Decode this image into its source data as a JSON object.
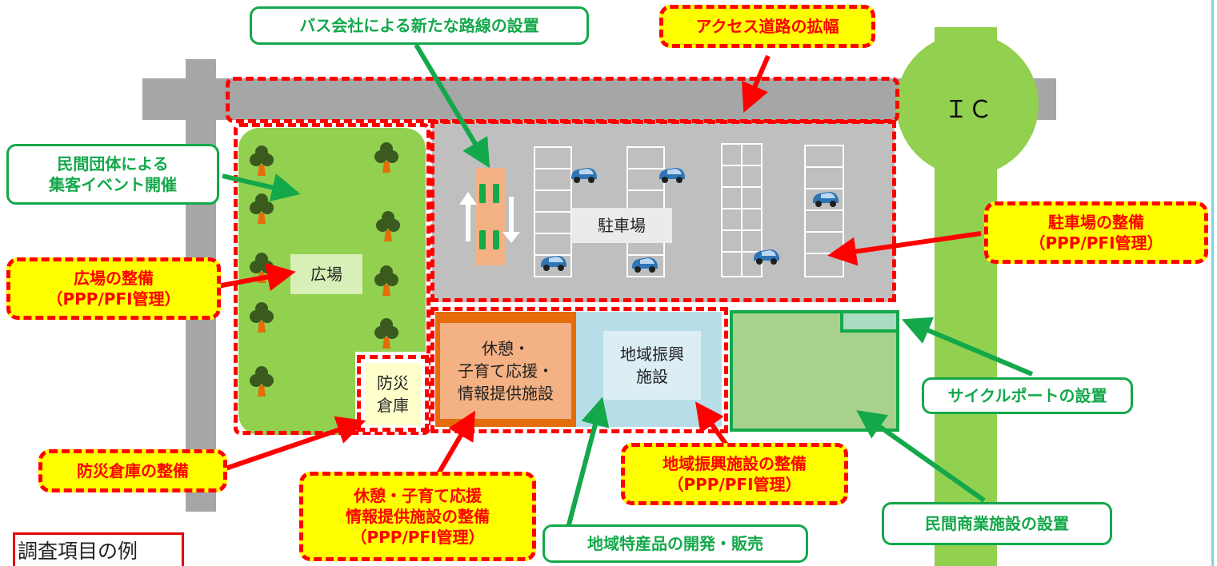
{
  "map": {
    "ic_label": "ＩＣ",
    "plaza_label": "広場",
    "parking_label": "駐車場",
    "warehouse_label": "防災\n倉庫",
    "rest_facility_label": "休憩・\n子育て応援・\n情報提供施設",
    "regional_facility_label": "地域振興\n施設"
  },
  "callouts_green": {
    "bus_route": "バス会社による新たな路線の設置",
    "event": "民間団体による\n集客イベント開催",
    "cycle_port": "サイクルポートの設置",
    "commercial": "民間商業施設の設置",
    "local_products": "地域特産品の開発・販売"
  },
  "callouts_red": {
    "access_road": "アクセス道路の拡幅",
    "parking_line1": "駐車場の整備",
    "parking_line2": "（PPP/PFI管理）",
    "plaza_line1": "広場の整備",
    "plaza_line2": "（PPP/PFI管理）",
    "warehouse": "防災倉庫の整備",
    "rest_line1": "休憩・子育て応援",
    "rest_line2": "情報提供施設の整備",
    "rest_line3": "（PPP/PFI管理）",
    "regional_line1": "地域振興施設の整備",
    "regional_line2": "（PPP/PFI管理）"
  },
  "legend": {
    "label": "調査項目の例"
  },
  "colors": {
    "green": "#13a84a",
    "red": "#ff0000",
    "yellow": "#ffff00",
    "lawn": "#92d050",
    "road": "#a6a6a6"
  }
}
